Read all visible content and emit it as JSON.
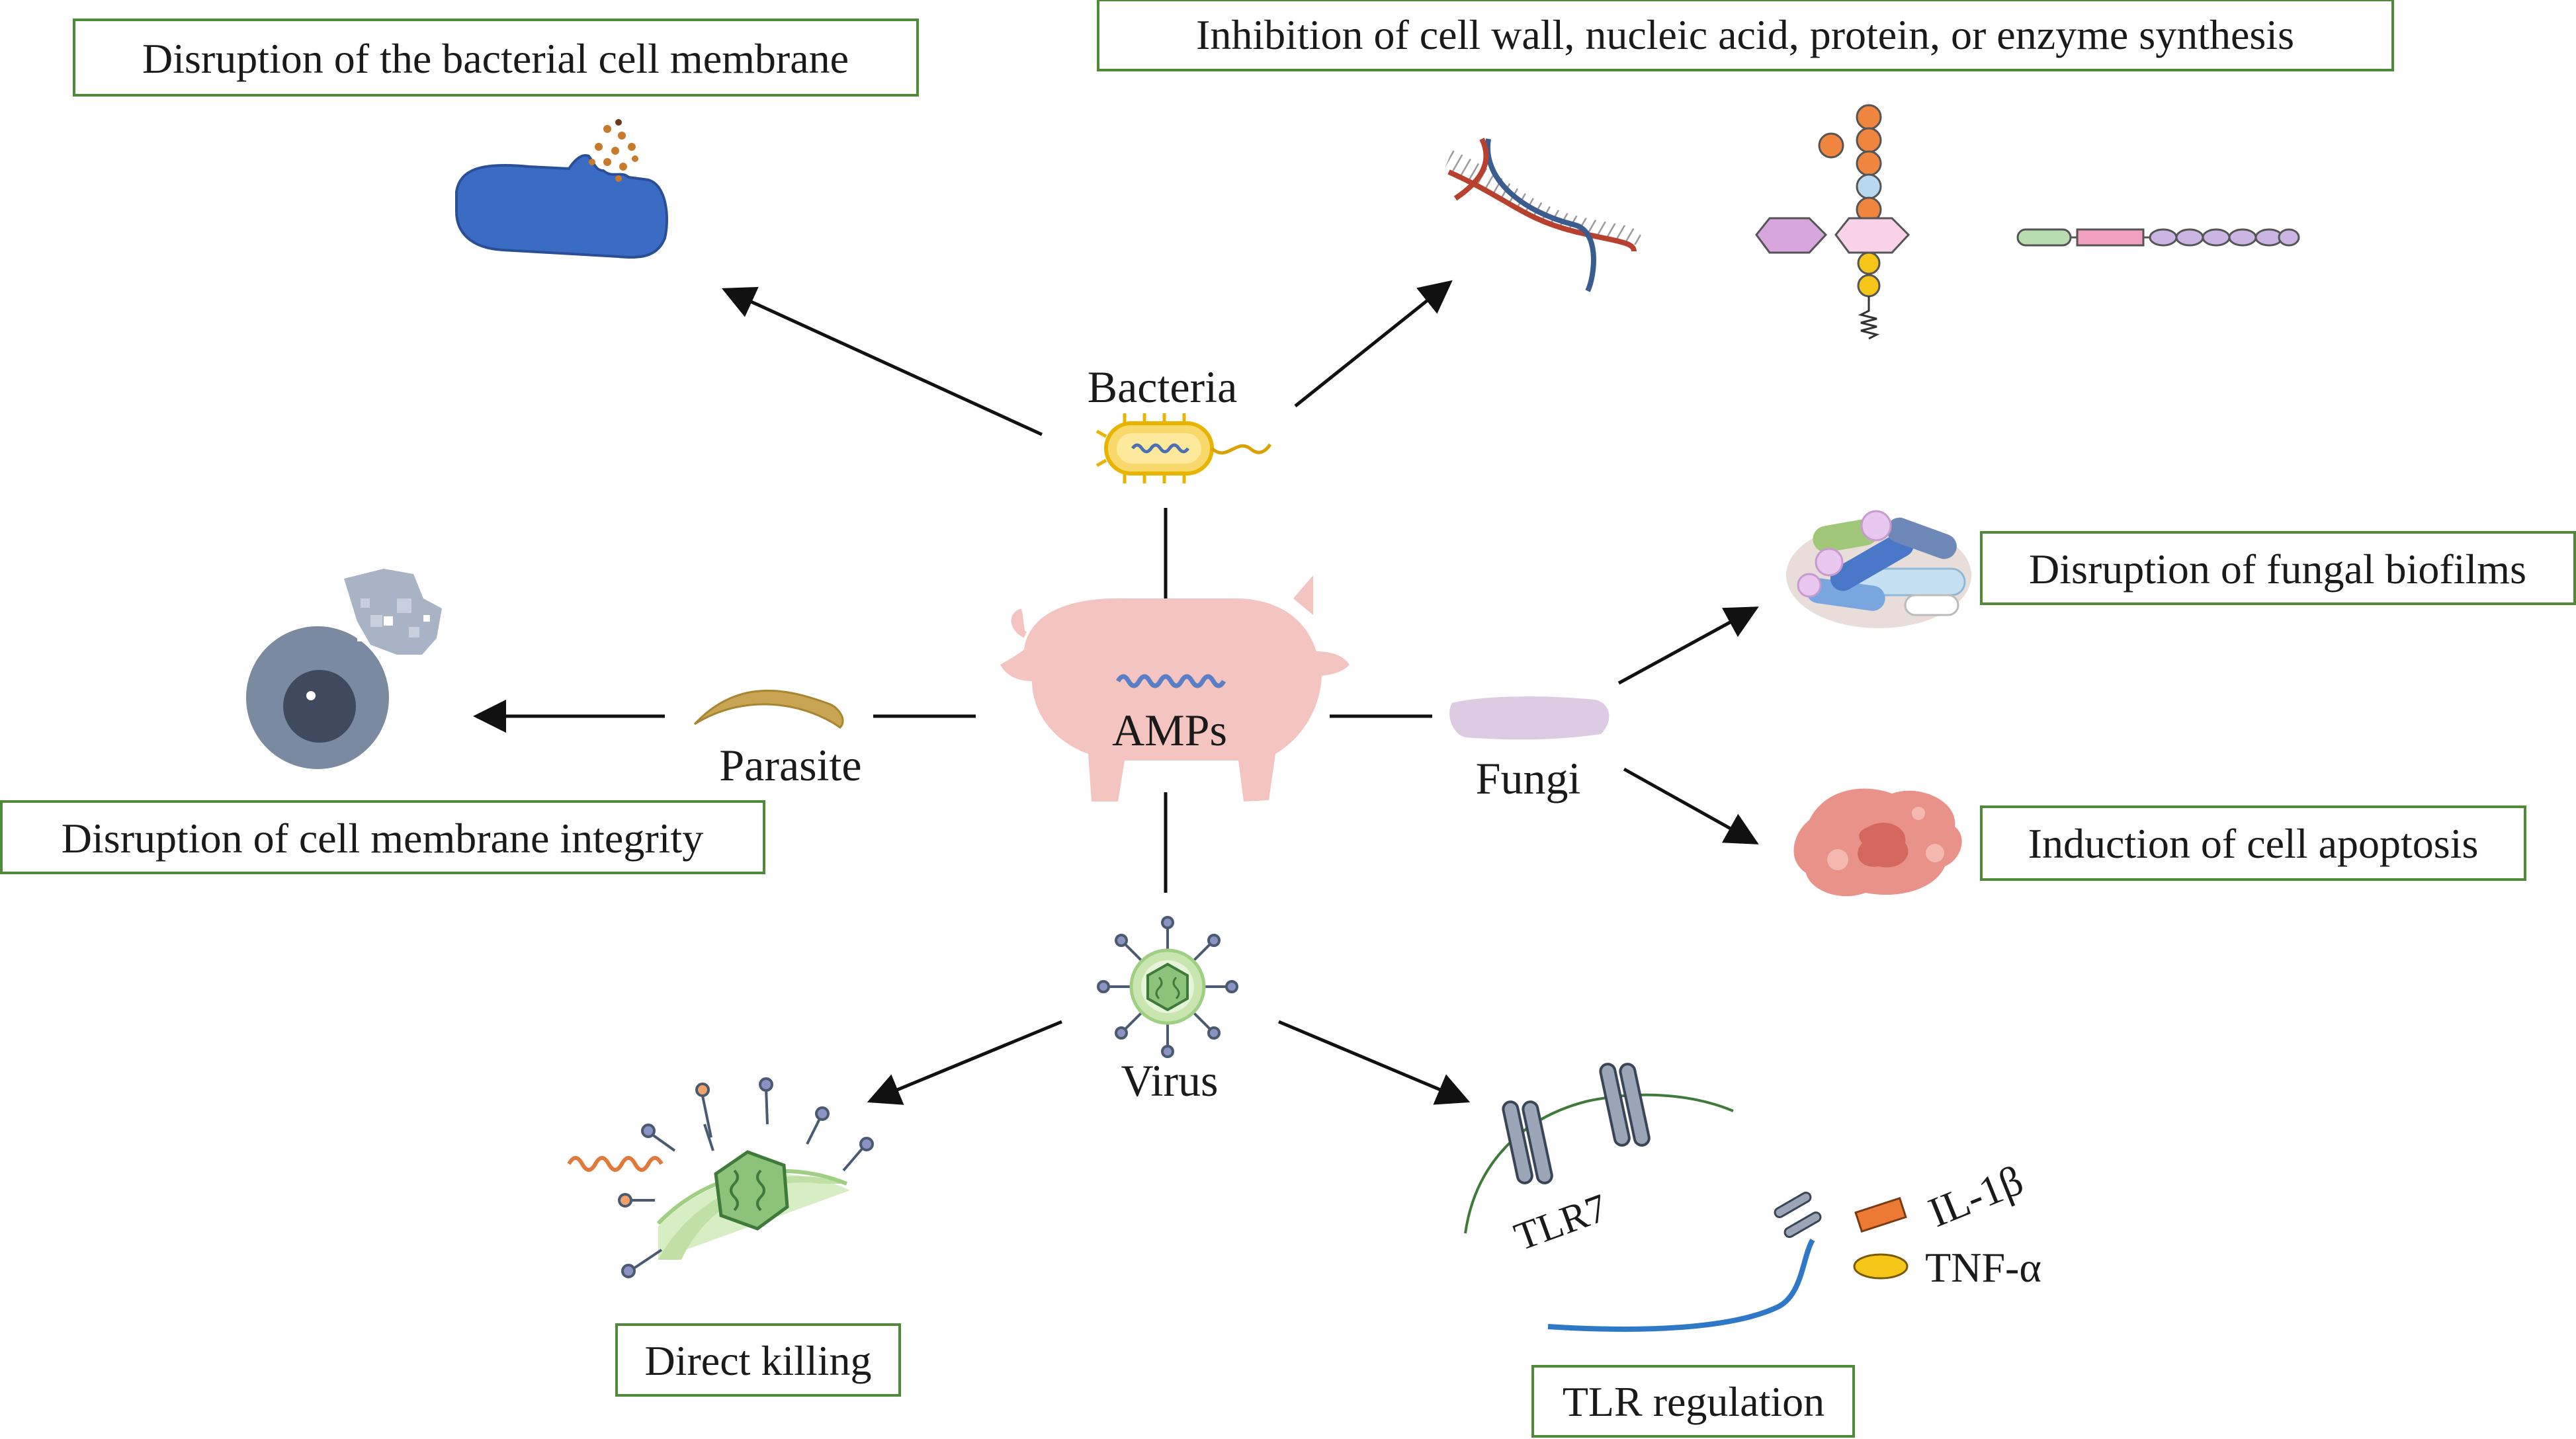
{
  "center": {
    "label": "AMPs"
  },
  "organisms": {
    "bacteria": "Bacteria",
    "parasite": "Parasite",
    "fungi": "Fungi",
    "virus": "Virus"
  },
  "effects": {
    "bacterial_membrane": "Disruption of the bacterial cell membrane",
    "synthesis_inhibition": "Inhibition of cell wall, nucleic acid, protein, or enzyme synthesis",
    "fungal_biofilms": "Disruption of fungal biofilms",
    "apoptosis": "Induction of cell apoptosis",
    "membrane_integrity": "Disruption of cell membrane integrity",
    "direct_killing": "Direct killing",
    "tlr_regulation": "TLR regulation"
  },
  "tlr_panel": {
    "receptor": "TLR7",
    "cytokine_1": "IL-1β",
    "cytokine_2": "TNF-α"
  },
  "colors": {
    "box_border": "#4e8a3a",
    "pig": "#f3c4c0",
    "bacterial_cell": "#3b6cc4",
    "virus_green": "#c9e6b0",
    "parasite_cell": "#6e7f96",
    "apoptotic_cell": "#e9928a",
    "fungus": "#dccbe2"
  }
}
